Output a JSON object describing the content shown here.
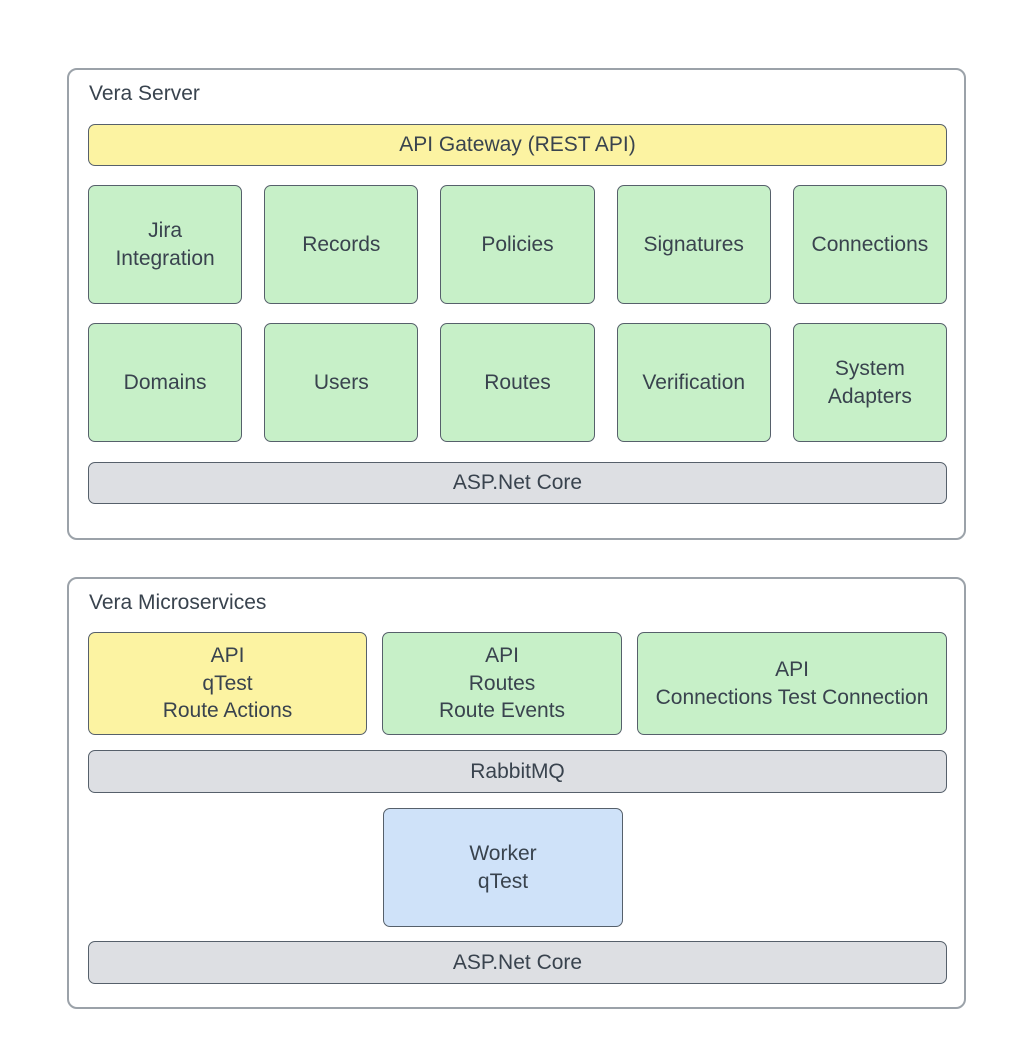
{
  "colors": {
    "yellow_fill": "#fcf3a2",
    "green_fill": "#c7f0c8",
    "grey_fill": "#dddfe3",
    "blue_fill": "#cfe2f9",
    "shape_border": "#56606b",
    "container_border": "#9ba2a9",
    "text": "#39434e",
    "background": "#ffffff"
  },
  "server": {
    "title": "Vera Server",
    "gateway_label": "API Gateway (REST API)",
    "row1": [
      "Jira\nIntegration",
      "Records",
      "Policies",
      "Signatures",
      "Connections"
    ],
    "row2": [
      "Domains",
      "Users",
      "Routes",
      "Verification",
      "System\nAdapters"
    ],
    "platform_label": "ASP.Net Core"
  },
  "microservices": {
    "title": "Vera Microservices",
    "apis": [
      {
        "label": "API\nqTest\nRoute Actions",
        "variant": "yellow"
      },
      {
        "label": "API\nRoutes\nRoute Events",
        "variant": "green"
      },
      {
        "label": "API\nConnections Test Connection",
        "variant": "green"
      }
    ],
    "bus_label": "RabbitMQ",
    "worker_label": "Worker\nqTest",
    "platform_label": "ASP.Net Core"
  }
}
